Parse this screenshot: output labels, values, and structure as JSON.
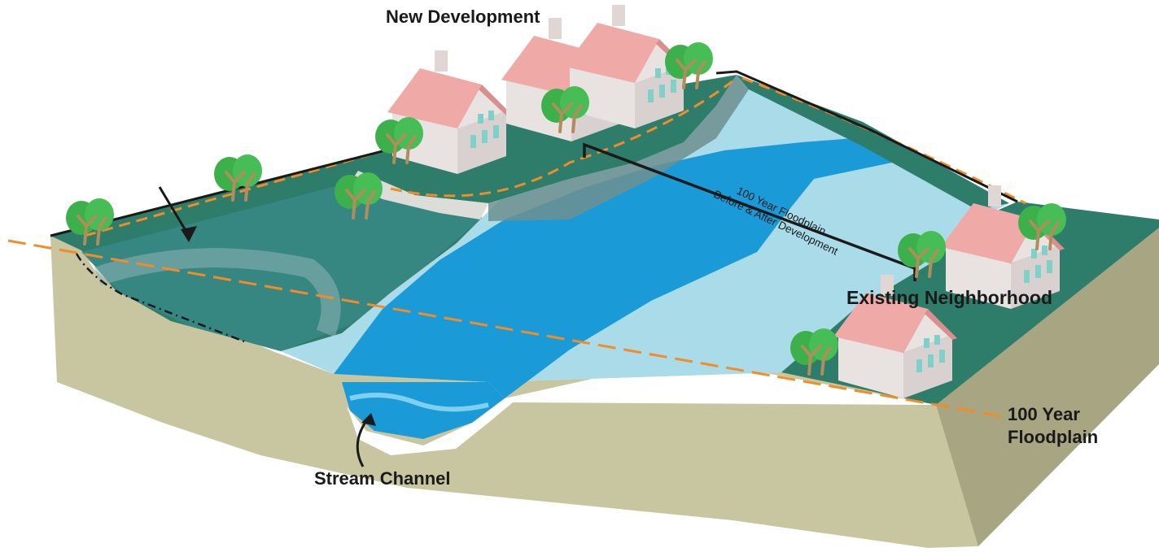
{
  "labels": {
    "new_development": "New Development",
    "existing_neighborhood": "Existing Neighborhood",
    "stream_channel": "Stream Channel",
    "floodplain_line1": "100 Year",
    "floodplain_line2": "Floodplain",
    "dev_floodplain_line1": "100 Year Floodplain",
    "dev_floodplain_line2": "Before & After Development"
  },
  "colors": {
    "ground_green": "#2e7d6b",
    "soil": "#c8c6a0",
    "soil_dark": "#a8a582",
    "floodplain_light": "#a9dbe8",
    "stream_blue": "#1a9ad6",
    "floodplain_line": "#f28c28",
    "house_roof": "#efaaa8",
    "house_wall": "#e8e2e0",
    "tree_leaf": "#3cb04a",
    "tree_trunk": "#b08d5a"
  },
  "icons": [
    "house-icon",
    "tree-icon",
    "arrow-icon"
  ]
}
